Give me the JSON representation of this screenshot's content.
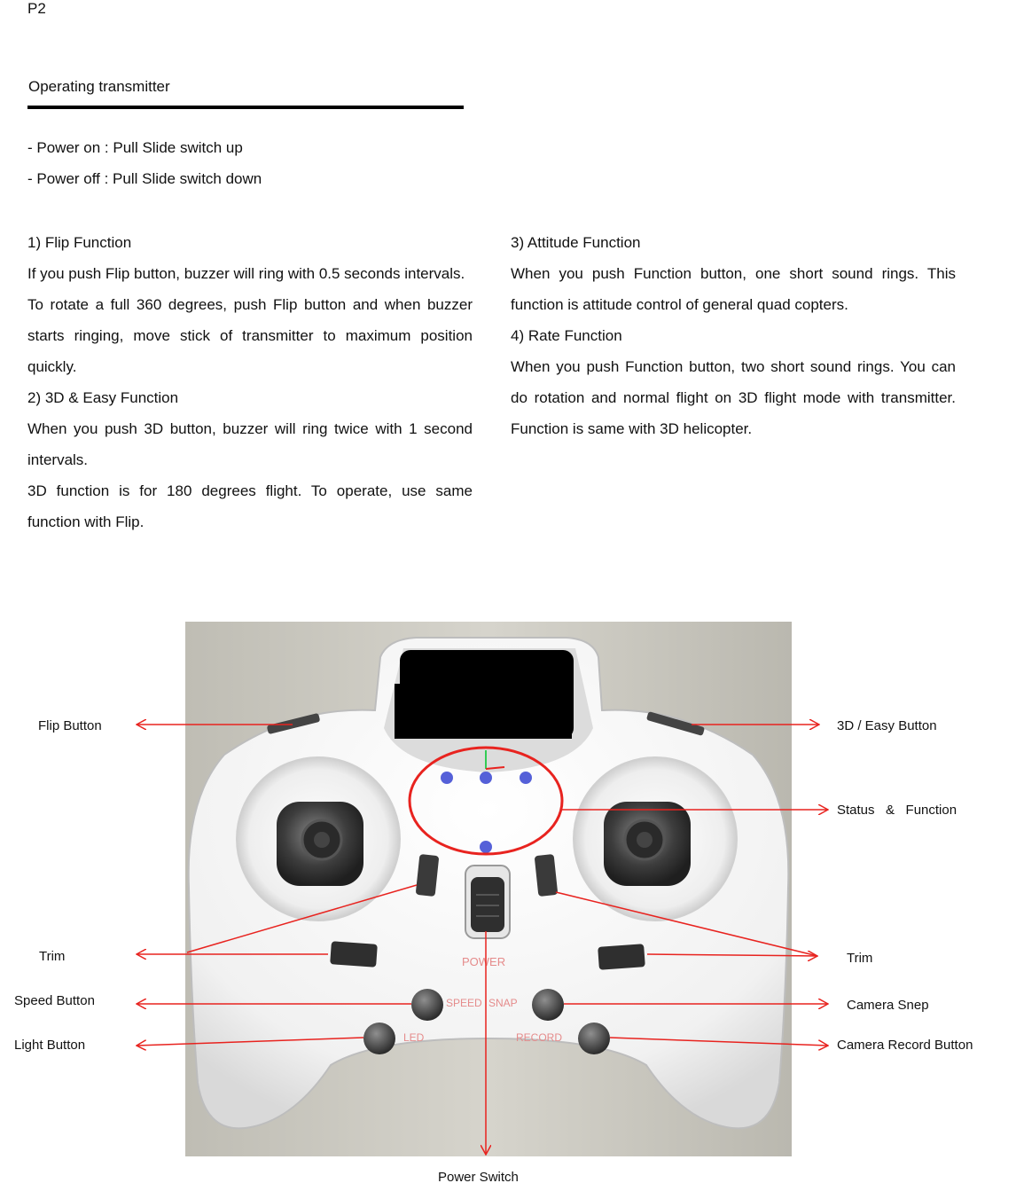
{
  "page": {
    "number": "P2"
  },
  "section": {
    "title": "Operating transmitter"
  },
  "power": {
    "on": "- Power on : Pull Slide switch up",
    "off": "- Power off : Pull Slide switch down"
  },
  "left_column": [
    {
      "kind": "heading",
      "text": "1) Flip Function"
    },
    {
      "kind": "body",
      "text": "If you push Flip button, buzzer will ring with 0.5 seconds intervals."
    },
    {
      "kind": "body",
      "text": "To rotate a full 360 degrees, push Flip button and when buzzer starts ringing, move stick of transmitter to maximum position quickly."
    },
    {
      "kind": "heading",
      "text": "2) 3D & Easy Function"
    },
    {
      "kind": "body",
      "text": "When you push 3D button, buzzer will ring twice with 1 second intervals."
    },
    {
      "kind": "body",
      "text": "3D function is for 180 degrees flight. To operate, use same function with Flip."
    }
  ],
  "right_column": [
    {
      "kind": "heading",
      "text": "3) Attitude Function"
    },
    {
      "kind": "body",
      "text": "When you push Function button, one short sound rings. This function is attitude control of general quad copters."
    },
    {
      "kind": "heading",
      "text": "4) Rate Function"
    },
    {
      "kind": "body",
      "text": "When you push Function button, two short sound rings. You can do rotation and normal flight on 3D flight mode with transmitter. Function is same with 3D helicopter."
    }
  ],
  "diagram": {
    "labels": {
      "flip_button": "Flip Button",
      "easy_button": "3D / Easy Button",
      "status_function": "Status   &   Function",
      "trim_left": "Trim",
      "trim_right": "Trim",
      "speed_button": "Speed Button",
      "camera_snap": "Camera Snep",
      "light_button": "Light Button",
      "camera_record": "Camera Record Button",
      "power_switch": "Power Switch"
    },
    "printed_on_device": {
      "power": "POWER",
      "speed": "SPEED",
      "snap": "SNAP",
      "led": "LED",
      "record": "RECORD"
    },
    "colors": {
      "arrow": "#e8231f",
      "device_body": "#f4f4f4",
      "background": "#c9c7bf",
      "led": "#5560d8"
    }
  }
}
